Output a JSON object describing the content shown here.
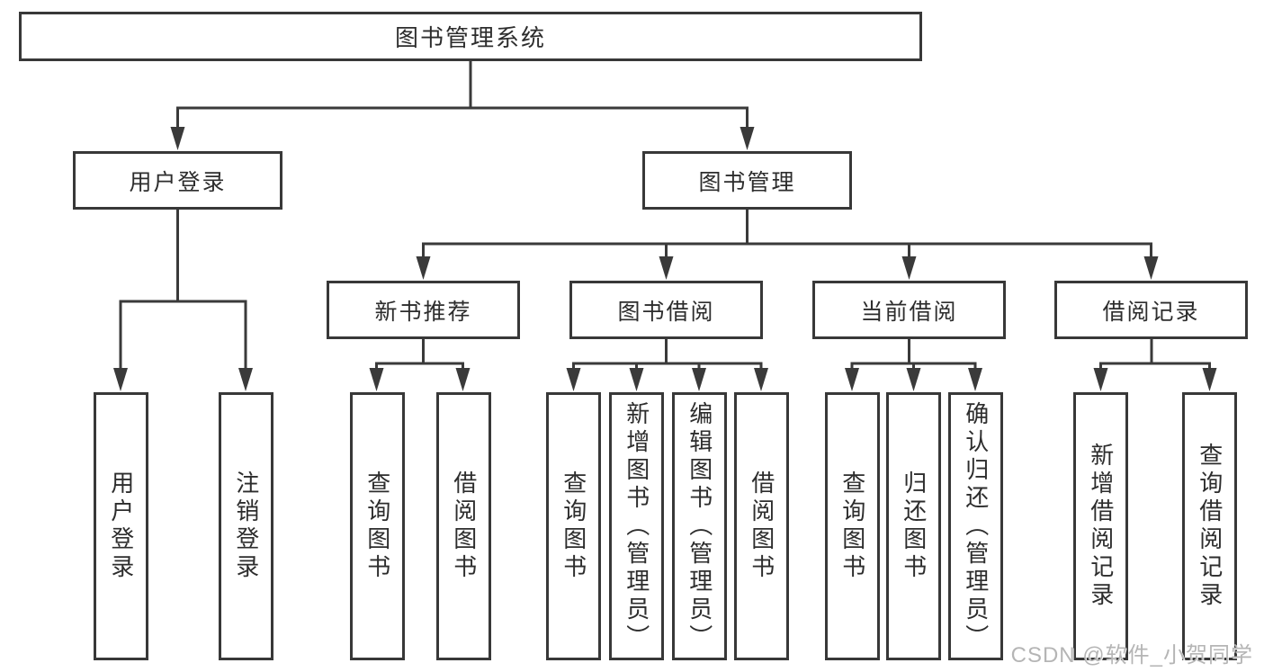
{
  "diagram": {
    "root": {
      "label": "图书管理系统"
    },
    "branches": [
      {
        "label": "用户登录",
        "children": [
          {
            "label": "用户登录"
          },
          {
            "label": "注销登录"
          }
        ]
      },
      {
        "label": "图书管理",
        "children": [
          {
            "label": "新书推荐",
            "children": [
              {
                "label": "查询图书"
              },
              {
                "label": "借阅图书"
              }
            ]
          },
          {
            "label": "图书借阅",
            "children": [
              {
                "label": "查询图书"
              },
              {
                "label": "新增图书（管理员）"
              },
              {
                "label": "编辑图书（管理员）"
              },
              {
                "label": "借阅图书"
              }
            ]
          },
          {
            "label": "当前借阅",
            "children": [
              {
                "label": "查询图书"
              },
              {
                "label": "归还图书"
              },
              {
                "label": "确认归还（管理员）"
              }
            ]
          },
          {
            "label": "借阅记录",
            "children": [
              {
                "label": "新增借阅记录"
              },
              {
                "label": "查询借阅记录"
              }
            ]
          }
        ]
      }
    ],
    "watermark": "CSDN @软件_小贺同学",
    "colors": {
      "line": "#3a3a3a",
      "box_border": "#383838",
      "text": "#2d2d2d",
      "watermark": "#b5b5b5",
      "background": "#ffffff"
    }
  }
}
